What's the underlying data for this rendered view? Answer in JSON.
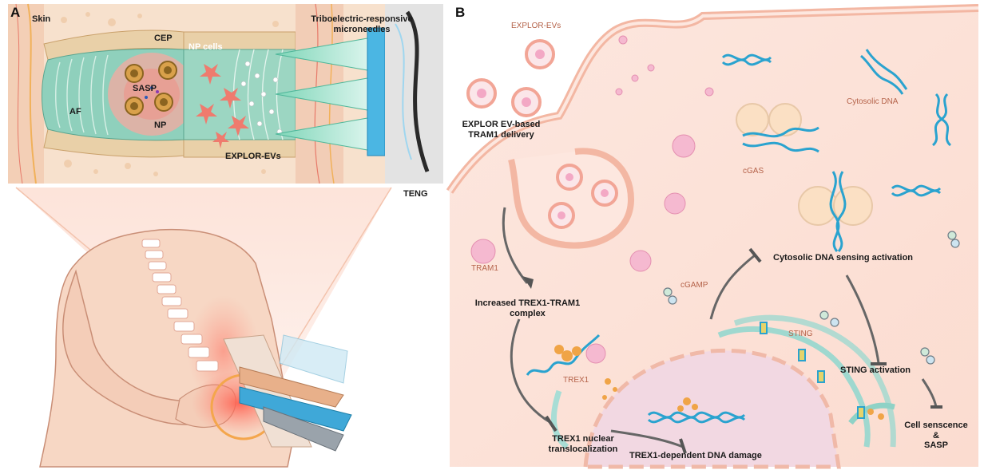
{
  "panels": {
    "a": "A",
    "b": "B"
  },
  "panel_a": {
    "skin": "Skin",
    "cep": "CEP",
    "np_cells": "NP cells",
    "sasp": "SASP",
    "af": "AF",
    "np": "NP",
    "explor_evs": "EXPLOR-EVs",
    "microneedles_line1": "Triboelectric-responsive",
    "microneedles_line2": "microneedles",
    "teng": "TENG"
  },
  "panel_b": {
    "explor_evs": "EXPLOR-EVs",
    "delivery_line1": "EXPLOR EV-based",
    "delivery_line2": "TRAM1 delivery",
    "tram1": "TRAM1",
    "cgamp": "cGAMP",
    "cgas": "cGAS",
    "cytosolic_dna": "Cytosolic DNA",
    "sensing": "Cytosolic DNA sensing activation",
    "complex_line1": "Increased TREX1-TRAM1",
    "complex_line2": "complex",
    "trex1": "TREX1",
    "sting": "STING",
    "sting_activation": "STING activation",
    "nuclear_line1": "TREX1 nuclear",
    "nuclear_line2": "translocalization",
    "dna_damage": "TREX1-dependent DNA damage",
    "senescence_line1": "Cell senscence",
    "senescence_line2": "&",
    "senescence_line3": "SASP"
  },
  "colors": {
    "cell": "#fbe3da",
    "membrane": "#f3b7a3",
    "nucleus": "#f2d8e2",
    "dna": "#2aa3cf",
    "er": "#9fd8cf",
    "trex1": "#f0a446",
    "tram1": "#f5b9d0",
    "skin": "#f6ddc8",
    "disc": "#8fd0bc"
  },
  "icons": [
    "dna-helix-icon",
    "inhibition-arrow-icon",
    "microneedle-icon",
    "extracellular-vesicle-icon",
    "spine-icon"
  ]
}
